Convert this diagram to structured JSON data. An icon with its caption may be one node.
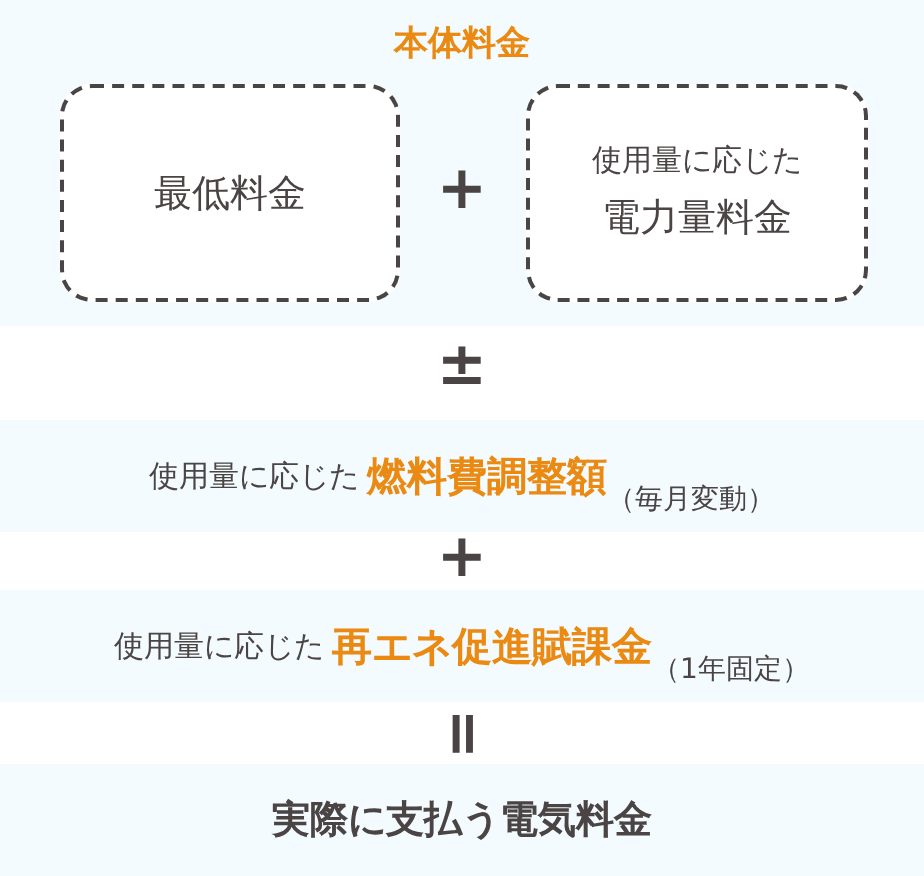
{
  "diagram": {
    "nodes": [
      {
        "text": [
          "本体料金"
        ]
      },
      {
        "text": [
          "最低料金"
        ],
        "in": 0
      },
      {
        "text": [
          "使用量に応じた",
          "電力量料金"
        ],
        "in": 0
      },
      {
        "text": [
          "使用量に応じた",
          "燃料費調整額",
          "（毎月変動）"
        ]
      },
      {
        "text": [
          "使用量に応じた",
          "再エネ促進賦課金",
          "（1年固定）"
        ]
      },
      {
        "text": [
          "実際に支払う電気料金"
        ]
      }
    ],
    "edges": [],
    "labels": [
      "+",
      "±",
      "+",
      "="
    ]
  }
}
